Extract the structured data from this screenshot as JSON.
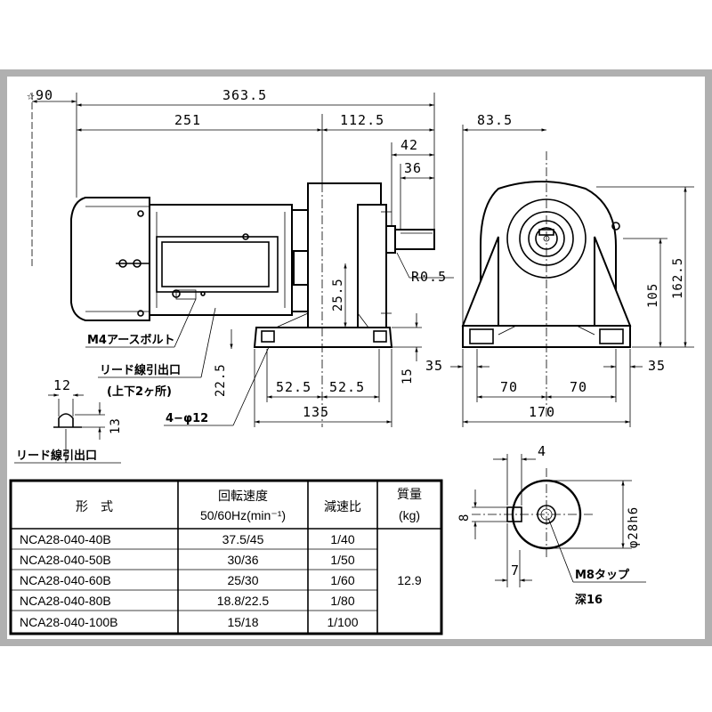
{
  "dimensions": {
    "star_90": "☆90",
    "overall_length": "363.5",
    "motor_length": "251",
    "gear_length": "112.5",
    "shaft_42": "42",
    "shaft_36": "36",
    "front_width": "83.5",
    "radius": "R0.5",
    "height_25_5": "25.5",
    "height_22_5": "22.5",
    "foot_52_5_left": "52.5",
    "foot_52_5_right": "52.5",
    "foot_width": "135",
    "height_15": "15",
    "hole_label": "4−φ12",
    "front_height_162_5": "162.5",
    "front_height_105": "105",
    "front_35_left": "35",
    "front_35_right": "35",
    "front_70_left": "70",
    "front_70_right": "70",
    "front_width_170": "170",
    "lead_12": "12",
    "lead_13": "13",
    "shaft_4": "4",
    "shaft_8": "8",
    "shaft_7": "7",
    "shaft_dia": "φ28h6"
  },
  "labels": {
    "earth_bolt": "M4アースボルト",
    "lead_outlet": "リード線引出口",
    "lead_outlet_note": "(上下2ヶ所)",
    "lead_outlet_detail": "リード線引出口",
    "tap": "M8タップ",
    "tap_depth": "深16"
  },
  "table": {
    "headers": {
      "model": "形　式",
      "speed": "回転速度",
      "speed_unit": "50/60Hz(min⁻¹)",
      "ratio": "減速比",
      "mass": "質量",
      "mass_unit": "(kg)"
    },
    "rows": [
      {
        "model": "NCA28-040-40B",
        "speed": "37.5/45",
        "ratio": "1/40"
      },
      {
        "model": "NCA28-040-50B",
        "speed": "30/36",
        "ratio": "1/50"
      },
      {
        "model": "NCA28-040-60B",
        "speed": "25/30",
        "ratio": "1/60"
      },
      {
        "model": "NCA28-040-80B",
        "speed": "18.8/22.5",
        "ratio": "1/80"
      },
      {
        "model": "NCA28-040-100B",
        "speed": "15/18",
        "ratio": "1/100"
      }
    ],
    "mass_value": "12.9"
  }
}
